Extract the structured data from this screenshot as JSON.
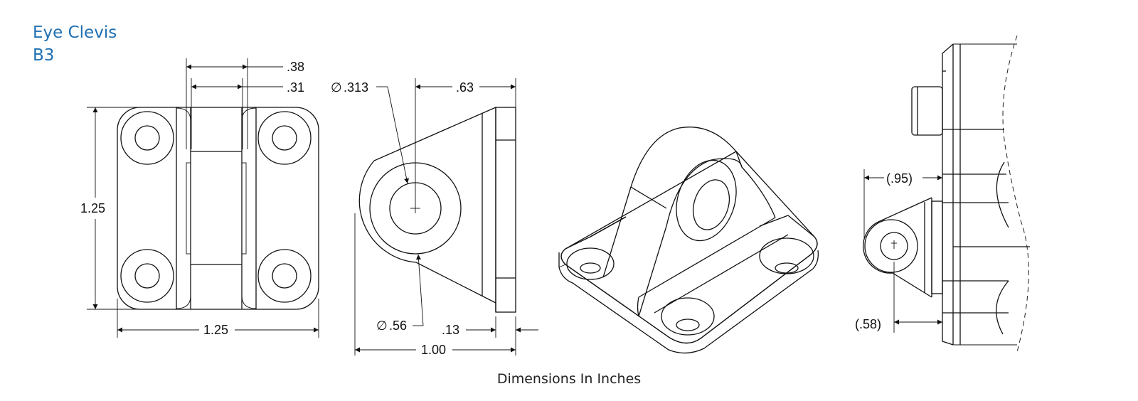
{
  "title": {
    "line1": "Eye Clevis",
    "line2": "B3"
  },
  "caption": "Dimensions In Inches",
  "dimensions": {
    "front_top_outer": ".38",
    "front_top_inner": ".31",
    "front_height": "1.25",
    "front_width": "1.25",
    "side_hole_dia": ".313",
    "side_top": ".63",
    "side_boss_dia": ".56",
    "side_flange": ".13",
    "side_width": "1.00",
    "detail_offset": ".95",
    "detail_hole": ".58",
    "diameter_symbol": "∅"
  }
}
